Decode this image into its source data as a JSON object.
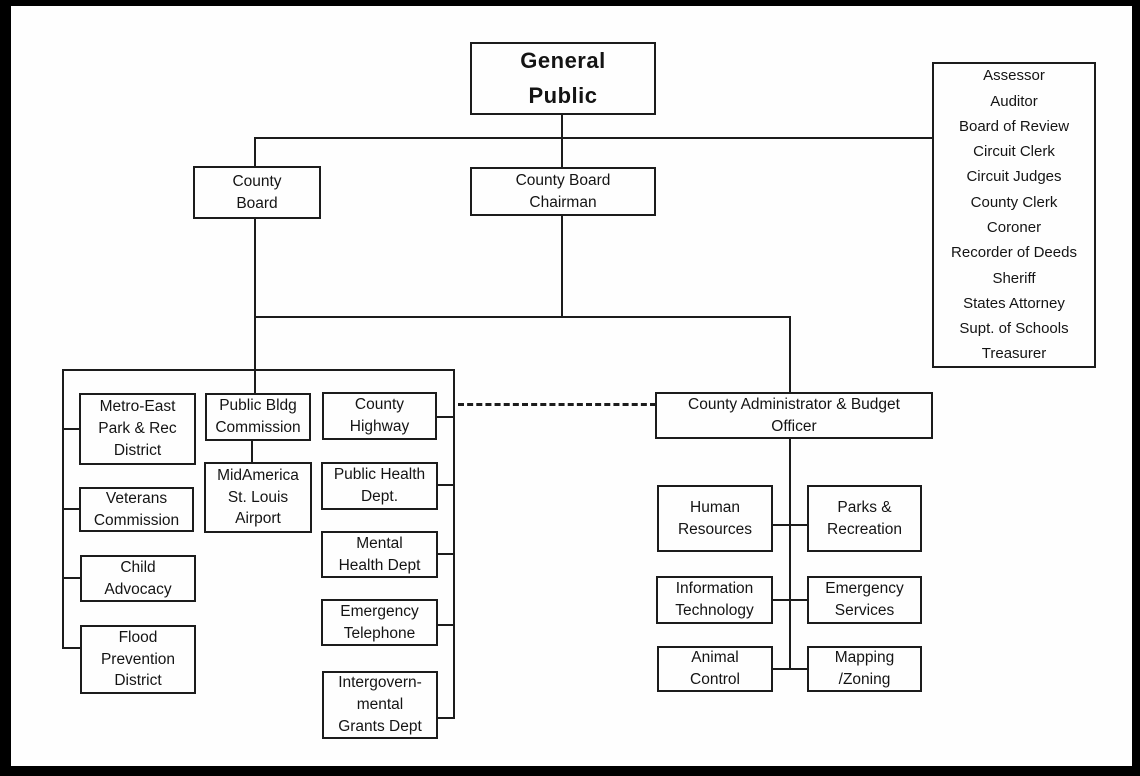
{
  "palette": {
    "line": "#1c1c1c",
    "text": "#141414",
    "background": "#fefefe",
    "frame": "#000000"
  },
  "nodes": {
    "general_public": {
      "label": "General\nPublic"
    },
    "county_board": {
      "label": "County\nBoard"
    },
    "county_board_chairman": {
      "label": "County Board\nChairman"
    },
    "metro_east_park_rec": {
      "label": "Metro-East\nPark & Rec\nDistrict"
    },
    "public_bldg_commission": {
      "label": "Public Bldg\nCommission"
    },
    "county_highway": {
      "label": "County\nHighway"
    },
    "midamerica_airport": {
      "label": "MidAmerica\nSt. Louis\nAirport"
    },
    "veterans_commission": {
      "label": "Veterans\nCommission"
    },
    "public_health_dept": {
      "label": "Public Health\nDept."
    },
    "child_advocacy": {
      "label": "Child\nAdvocacy"
    },
    "mental_health_dept": {
      "label": "Mental\nHealth Dept"
    },
    "flood_prevention_district": {
      "label": "Flood\nPrevention\nDistrict"
    },
    "emergency_telephone": {
      "label": "Emergency\nTelephone"
    },
    "intergovernmental_grants": {
      "label": "Intergovern-\nmental\nGrants Dept"
    },
    "county_administrator": {
      "label": "County Administrator & Budget\nOfficer"
    },
    "human_resources": {
      "label": "Human\nResources"
    },
    "parks_recreation": {
      "label": "Parks &\nRecreation"
    },
    "information_technology": {
      "label": "Information\nTechnology"
    },
    "emergency_services": {
      "label": "Emergency\nServices"
    },
    "animal_control": {
      "label": "Animal\nControl"
    },
    "mapping_zoning": {
      "label": "Mapping\n/Zoning"
    }
  },
  "elected_officials": [
    "Assessor",
    "Auditor",
    "Board of Review",
    "Circuit Clerk",
    "Circuit Judges",
    "County Clerk",
    "Coroner",
    "Recorder of Deeds",
    "Sheriff",
    "States Attorney",
    "Supt. of Schools",
    "Treasurer"
  ]
}
